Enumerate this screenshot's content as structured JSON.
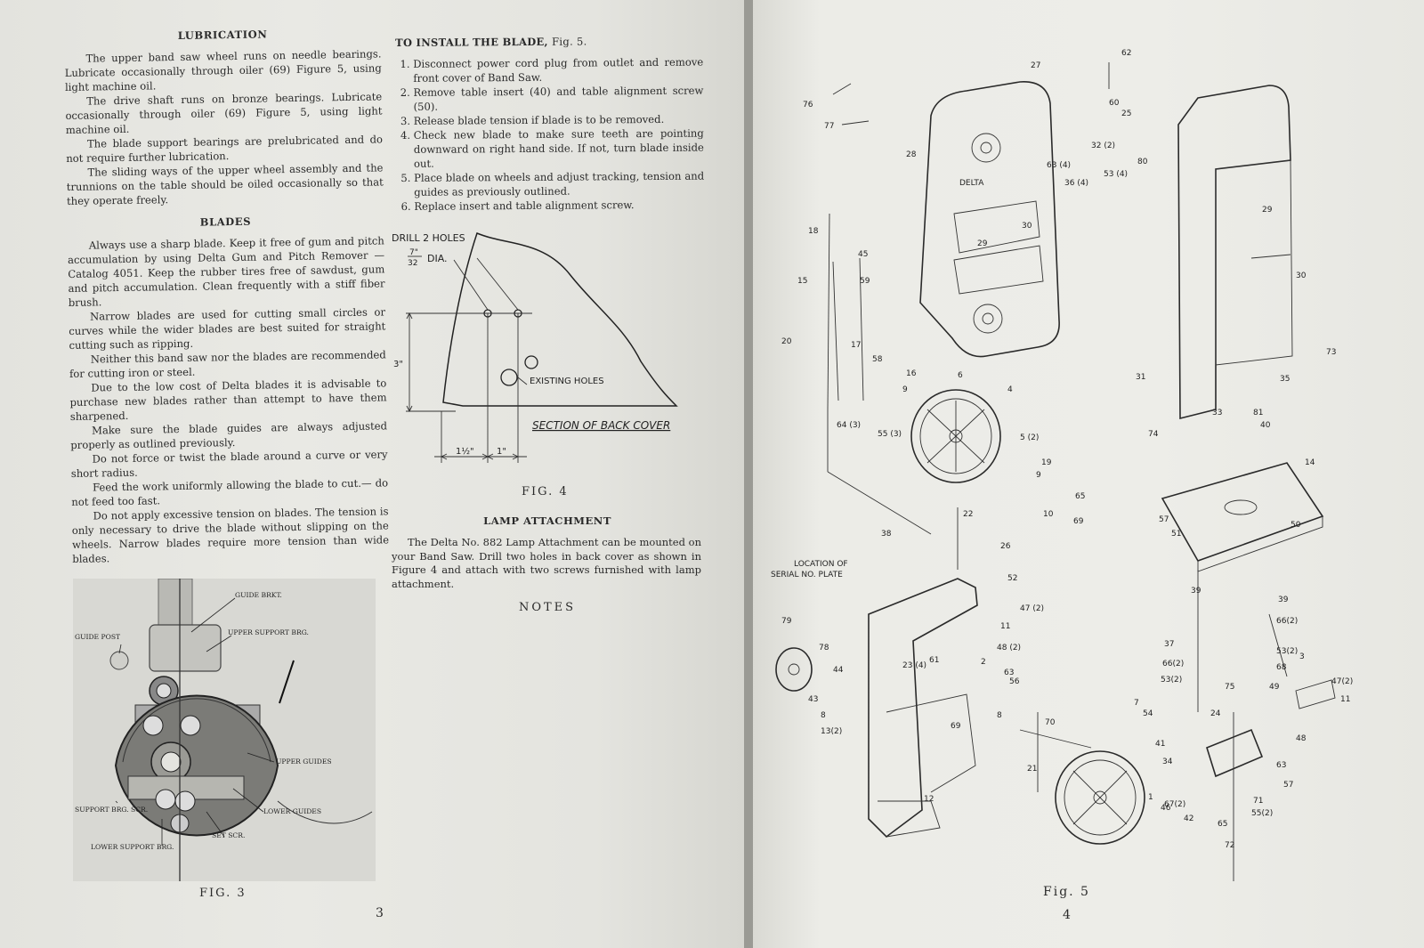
{
  "left_page": {
    "lubrication": {
      "heading": "LUBRICATION",
      "paragraphs": [
        "The upper band saw wheel runs on needle bearings. Lubricate occasionally through oiler (69) Figure 5, using light machine oil.",
        "The drive shaft runs on bronze bearings. Lubricate occasionally through oiler (69) Figure 5, using light machine oil.",
        "The blade support bearings are prelubricated and do not require further lubrication.",
        "The sliding ways of the upper wheel assembly and the trunnions on the table should be oiled occasionally so that they operate freely."
      ]
    },
    "blades": {
      "heading": "BLADES",
      "paragraphs": [
        "Always use a sharp blade. Keep it free of gum and pitch accumulation by using Delta Gum and Pitch Remover — Catalog 4051. Keep the rubber tires free of sawdust, gum and pitch accumulation. Clean frequently with a stiff fiber brush.",
        "Narrow blades are used for cutting small circles or curves while the wider blades are best suited for straight cutting such as ripping.",
        "Neither this band saw nor the blades are recommended for cutting iron or steel.",
        "Due to the low cost of Delta blades it is advisable to purchase new blades rather than attempt to have them sharpened.",
        "Make sure the blade guides are always adjusted properly as outlined previously.",
        "Do not force or twist the blade around a curve or very short radius.",
        "Feed the work uniformly allowing the blade to cut.— do not feed too fast.",
        "Do not apply excessive tension on blades. The tension is only necessary to drive the blade without slipping on the wheels. Narrow blades require more tension than wide blades."
      ]
    },
    "fig3": {
      "caption": "FIG. 3",
      "labels": {
        "guide_brkt": "GUIDE BRKT.",
        "guide_post": "GUIDE POST",
        "upper_support": "UPPER SUPPORT BRG.",
        "upper_guides": "UPPER GUIDES",
        "support_scr": "SUPPORT BRG. SCR.",
        "lower_guides": "LOWER GUIDES",
        "set_scr": "SET SCR.",
        "lower_support": "LOWER SUPPORT BRG."
      }
    },
    "install": {
      "heading": "TO INSTALL THE BLADE,",
      "heading_ref": "Fig. 5.",
      "steps": [
        "Disconnect power cord plug from outlet and remove front cover of Band Saw.",
        "Remove table insert (40) and table alignment screw (50).",
        "Release blade tension if blade is to be removed.",
        "Check new blade to make sure teeth are pointing downward on right hand side. If not, turn blade inside out.",
        "Place blade on wheels and adjust tracking, tension and guides as previously outlined.",
        "Replace insert and table alignment screw."
      ]
    },
    "fig4": {
      "caption": "FIG. 4",
      "drill": "DRILL 2 HOLES",
      "frac_num": "7\"",
      "frac_den": "32",
      "dia": "DIA.",
      "existing": "EXISTING HOLES",
      "section": "SECTION OF BACK COVER",
      "dim_3": "3\"",
      "dim_1half": "1½\"",
      "dim_1": "1\""
    },
    "lamp": {
      "heading": "LAMP ATTACHMENT",
      "body": "The Delta No. 882 Lamp Attachment can be mounted on your Band Saw. Drill two holes in back cover as shown in Figure 4 and attach with two screws furnished with lamp attachment."
    },
    "notes": "NOTES",
    "page_number": "3"
  },
  "right_page": {
    "fig5": {
      "caption": "Fig. 5",
      "serial_plate_label": [
        "LOCATION OF",
        "SERIAL NO. PLATE"
      ],
      "cover_text": "DELTA",
      "part_numbers": [
        "62",
        "76",
        "77",
        "27",
        "28",
        "60",
        "25",
        "32 (2)",
        "80",
        "53 (4)",
        "63 (4)",
        "36 (4)",
        "29",
        "18",
        "30",
        "29",
        "30",
        "15",
        "45",
        "59",
        "20",
        "17",
        "58",
        "16",
        "9",
        "6",
        "4",
        "64 (3)",
        "55 (3)",
        "31",
        "73",
        "35",
        "74",
        "33",
        "81",
        "40",
        "14",
        "5 (2)",
        "19",
        "9",
        "65",
        "10",
        "69",
        "22",
        "26",
        "52",
        "38",
        "47 (2)",
        "11",
        "48 (2)",
        "2",
        "63",
        "56",
        "61",
        "23 (4)",
        "79",
        "78",
        "44",
        "43",
        "8",
        "13(2)",
        "69",
        "8",
        "70",
        "21",
        "7",
        "1",
        "46",
        "12",
        "57",
        "51",
        "50",
        "39",
        "39",
        "66(2)",
        "37",
        "53(2)",
        "66(2)",
        "53(2)",
        "68",
        "3",
        "49",
        "47(2)",
        "11",
        "75",
        "54",
        "24",
        "41",
        "48",
        "34",
        "63",
        "57",
        "67(2)",
        "71",
        "55(2)",
        "42",
        "65",
        "72"
      ]
    },
    "page_number": "4"
  }
}
